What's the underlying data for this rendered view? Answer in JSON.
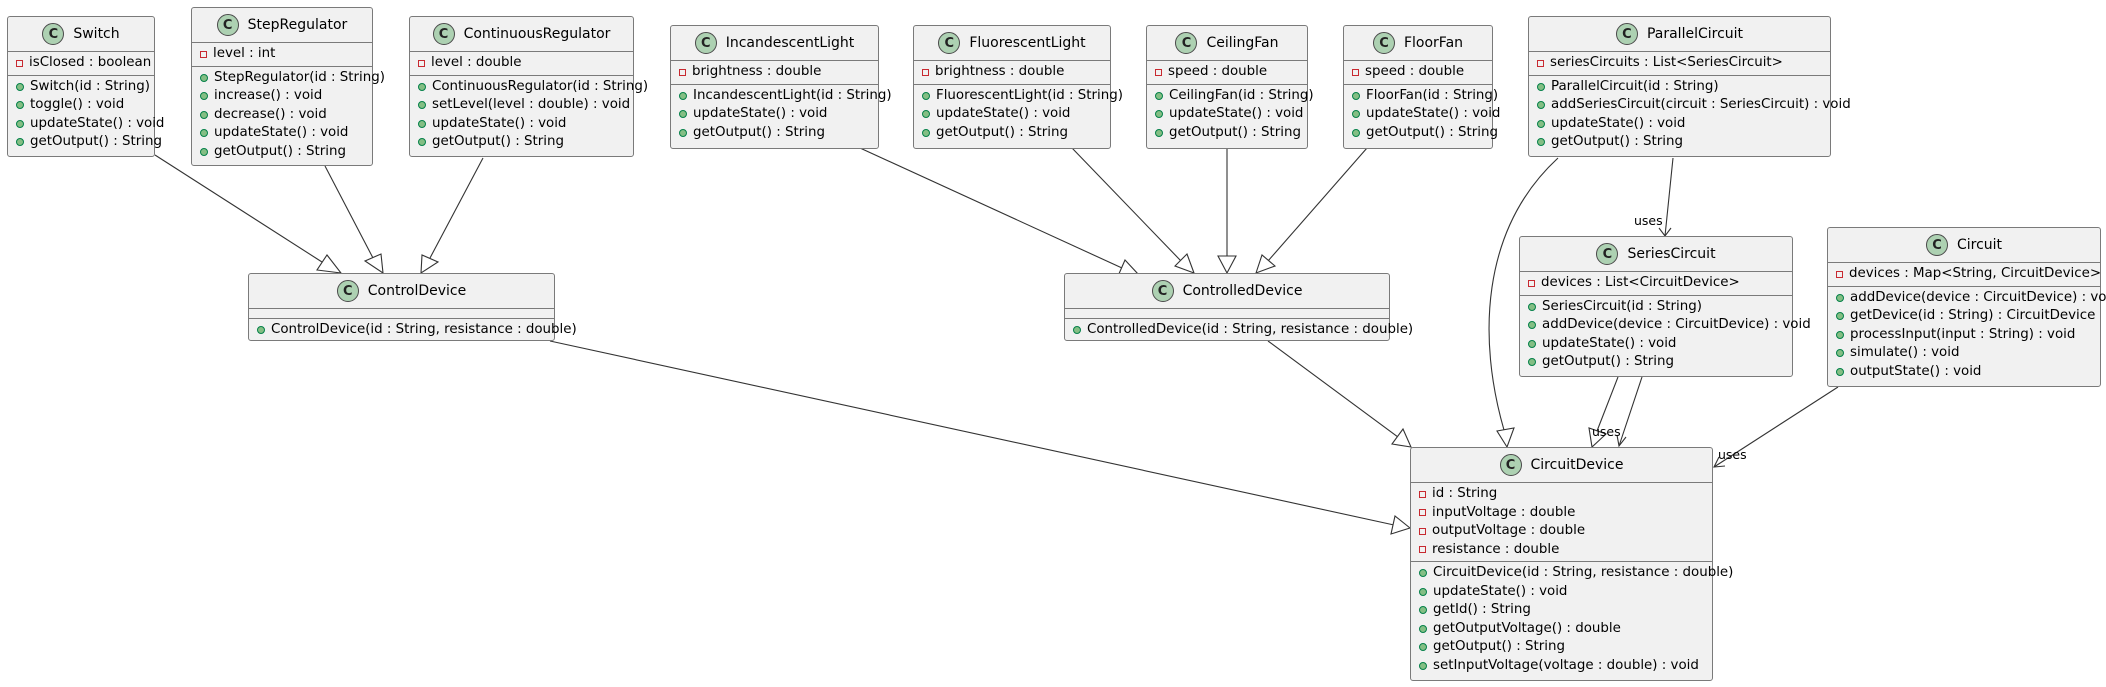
{
  "classes": {
    "switch": {
      "name": "Switch",
      "stereotype": "C",
      "attributes": [
        {
          "vis": "private",
          "text": "isClosed : boolean"
        }
      ],
      "methods": [
        {
          "vis": "public",
          "text": "Switch(id : String)"
        },
        {
          "vis": "public",
          "text": "toggle() : void"
        },
        {
          "vis": "public",
          "text": "updateState() : void"
        },
        {
          "vis": "public",
          "text": "getOutput() : String"
        }
      ]
    },
    "step_regulator": {
      "name": "StepRegulator",
      "stereotype": "C",
      "attributes": [
        {
          "vis": "private",
          "text": "level : int"
        }
      ],
      "methods": [
        {
          "vis": "public",
          "text": "StepRegulator(id : String)"
        },
        {
          "vis": "public",
          "text": "increase() : void"
        },
        {
          "vis": "public",
          "text": "decrease() : void"
        },
        {
          "vis": "public",
          "text": "updateState() : void"
        },
        {
          "vis": "public",
          "text": "getOutput() : String"
        }
      ]
    },
    "continuous_regulator": {
      "name": "ContinuousRegulator",
      "stereotype": "C",
      "attributes": [
        {
          "vis": "private",
          "text": "level : double"
        }
      ],
      "methods": [
        {
          "vis": "public",
          "text": "ContinuousRegulator(id : String)"
        },
        {
          "vis": "public",
          "text": "setLevel(level : double) : void"
        },
        {
          "vis": "public",
          "text": "updateState() : void"
        },
        {
          "vis": "public",
          "text": "getOutput() : String"
        }
      ]
    },
    "incandescent_light": {
      "name": "IncandescentLight",
      "stereotype": "C",
      "attributes": [
        {
          "vis": "private",
          "text": "brightness : double"
        }
      ],
      "methods": [
        {
          "vis": "public",
          "text": "IncandescentLight(id : String)"
        },
        {
          "vis": "public",
          "text": "updateState() : void"
        },
        {
          "vis": "public",
          "text": "getOutput() : String"
        }
      ]
    },
    "fluorescent_light": {
      "name": "FluorescentLight",
      "stereotype": "C",
      "attributes": [
        {
          "vis": "private",
          "text": "brightness : double"
        }
      ],
      "methods": [
        {
          "vis": "public",
          "text": "FluorescentLight(id : String)"
        },
        {
          "vis": "public",
          "text": "updateState() : void"
        },
        {
          "vis": "public",
          "text": "getOutput() : String"
        }
      ]
    },
    "ceiling_fan": {
      "name": "CeilingFan",
      "stereotype": "C",
      "attributes": [
        {
          "vis": "private",
          "text": "speed : double"
        }
      ],
      "methods": [
        {
          "vis": "public",
          "text": "CeilingFan(id : String)"
        },
        {
          "vis": "public",
          "text": "updateState() : void"
        },
        {
          "vis": "public",
          "text": "getOutput() : String"
        }
      ]
    },
    "floor_fan": {
      "name": "FloorFan",
      "stereotype": "C",
      "attributes": [
        {
          "vis": "private",
          "text": "speed : double"
        }
      ],
      "methods": [
        {
          "vis": "public",
          "text": "FloorFan(id : String)"
        },
        {
          "vis": "public",
          "text": "updateState() : void"
        },
        {
          "vis": "public",
          "text": "getOutput() : String"
        }
      ]
    },
    "parallel_circuit": {
      "name": "ParallelCircuit",
      "stereotype": "C",
      "attributes": [
        {
          "vis": "private",
          "text": "seriesCircuits : List<SeriesCircuit>"
        }
      ],
      "methods": [
        {
          "vis": "public",
          "text": "ParallelCircuit(id : String)"
        },
        {
          "vis": "public",
          "text": "addSeriesCircuit(circuit : SeriesCircuit) : void"
        },
        {
          "vis": "public",
          "text": "updateState() : void"
        },
        {
          "vis": "public",
          "text": "getOutput() : String"
        }
      ]
    },
    "series_circuit": {
      "name": "SeriesCircuit",
      "stereotype": "C",
      "attributes": [
        {
          "vis": "private",
          "text": "devices : List<CircuitDevice>"
        }
      ],
      "methods": [
        {
          "vis": "public",
          "text": "SeriesCircuit(id : String)"
        },
        {
          "vis": "public",
          "text": "addDevice(device : CircuitDevice) : void"
        },
        {
          "vis": "public",
          "text": "updateState() : void"
        },
        {
          "vis": "public",
          "text": "getOutput() : String"
        }
      ]
    },
    "circuit": {
      "name": "Circuit",
      "stereotype": "C",
      "attributes": [
        {
          "vis": "private",
          "text": "devices : Map<String, CircuitDevice>"
        }
      ],
      "methods": [
        {
          "vis": "public",
          "text": "addDevice(device : CircuitDevice) : void"
        },
        {
          "vis": "public",
          "text": "getDevice(id : String) : CircuitDevice"
        },
        {
          "vis": "public",
          "text": "processInput(input : String) : void"
        },
        {
          "vis": "public",
          "text": "simulate() : void"
        },
        {
          "vis": "public",
          "text": "outputState() : void"
        }
      ]
    },
    "control_device": {
      "name": "ControlDevice",
      "stereotype": "C",
      "attributes": [],
      "methods": [
        {
          "vis": "public",
          "text": "ControlDevice(id : String, resistance : double)"
        }
      ]
    },
    "controlled_device": {
      "name": "ControlledDevice",
      "stereotype": "C",
      "attributes": [],
      "methods": [
        {
          "vis": "public",
          "text": "ControlledDevice(id : String, resistance : double)"
        }
      ]
    },
    "circuit_device": {
      "name": "CircuitDevice",
      "stereotype": "C",
      "attributes": [
        {
          "vis": "private",
          "text": "id : String"
        },
        {
          "vis": "private",
          "text": "inputVoltage : double"
        },
        {
          "vis": "private",
          "text": "outputVoltage : double"
        },
        {
          "vis": "private",
          "text": "resistance : double"
        }
      ],
      "methods": [
        {
          "vis": "public",
          "text": "CircuitDevice(id : String, resistance : double)"
        },
        {
          "vis": "public",
          "text": "updateState() : void"
        },
        {
          "vis": "public",
          "text": "getId() : String"
        },
        {
          "vis": "public",
          "text": "getOutputVoltage() : double"
        },
        {
          "vis": "public",
          "text": "getOutput() : String"
        },
        {
          "vis": "public",
          "text": "setInputVoltage(voltage : double) : void"
        }
      ]
    }
  },
  "relations": [
    {
      "from": "switch",
      "to": "control_device",
      "type": "inheritance",
      "label": ""
    },
    {
      "from": "step_regulator",
      "to": "control_device",
      "type": "inheritance",
      "label": ""
    },
    {
      "from": "continuous_regulator",
      "to": "control_device",
      "type": "inheritance",
      "label": ""
    },
    {
      "from": "incandescent_light",
      "to": "controlled_device",
      "type": "inheritance",
      "label": ""
    },
    {
      "from": "fluorescent_light",
      "to": "controlled_device",
      "type": "inheritance",
      "label": ""
    },
    {
      "from": "ceiling_fan",
      "to": "controlled_device",
      "type": "inheritance",
      "label": ""
    },
    {
      "from": "floor_fan",
      "to": "controlled_device",
      "type": "inheritance",
      "label": ""
    },
    {
      "from": "control_device",
      "to": "circuit_device",
      "type": "inheritance",
      "label": ""
    },
    {
      "from": "controlled_device",
      "to": "circuit_device",
      "type": "inheritance",
      "label": ""
    },
    {
      "from": "series_circuit",
      "to": "circuit_device",
      "type": "inheritance",
      "label": ""
    },
    {
      "from": "parallel_circuit",
      "to": "circuit_device",
      "type": "inheritance",
      "label": ""
    },
    {
      "from": "parallel_circuit",
      "to": "series_circuit",
      "type": "association",
      "label": "uses"
    },
    {
      "from": "series_circuit",
      "to": "circuit_device",
      "type": "association",
      "label": "uses"
    },
    {
      "from": "circuit",
      "to": "circuit_device",
      "type": "association",
      "label": "uses"
    }
  ],
  "colors": {
    "class_fill": "#f1f1f1",
    "class_border": "#7a7a7a",
    "badge_fill": "#add1b2",
    "private_marker": "#c82930",
    "public_marker": "#84be84",
    "edge": "#333333"
  }
}
